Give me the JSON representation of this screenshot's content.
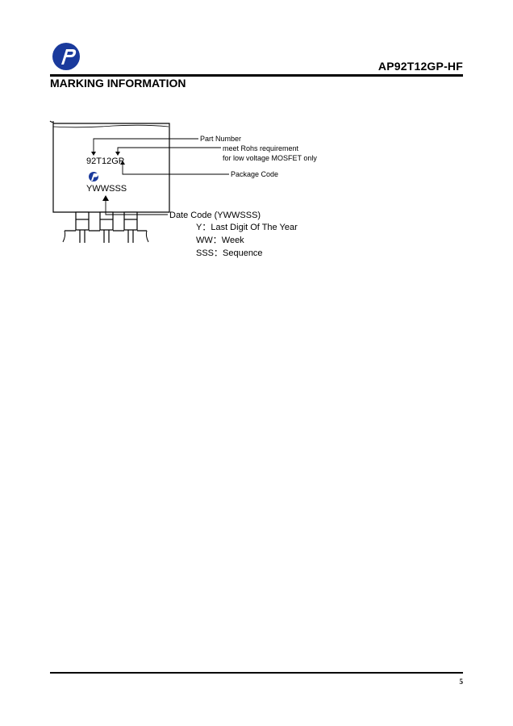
{
  "header": {
    "part_number": "AP92T12GP-HF",
    "logo_icon": "company-logo-icon",
    "accent_color": "#1a3a9c"
  },
  "section": {
    "title": "MARKING INFORMATION"
  },
  "marking": {
    "line1": "92T12GP",
    "line2": "YWWSSS",
    "labels": {
      "part_number": "Part Number",
      "rohs_line1": "meet Rohs requirement",
      "rohs_line2": "for low voltage MOSFET only",
      "package_code": "Package Code",
      "date_code": "Date Code (YWWSSS)",
      "year": "Y：Last Digit Of  The Year",
      "week": "WW：Week",
      "sequence": "SSS：Sequence"
    }
  },
  "footer": {
    "page_number": "5"
  }
}
